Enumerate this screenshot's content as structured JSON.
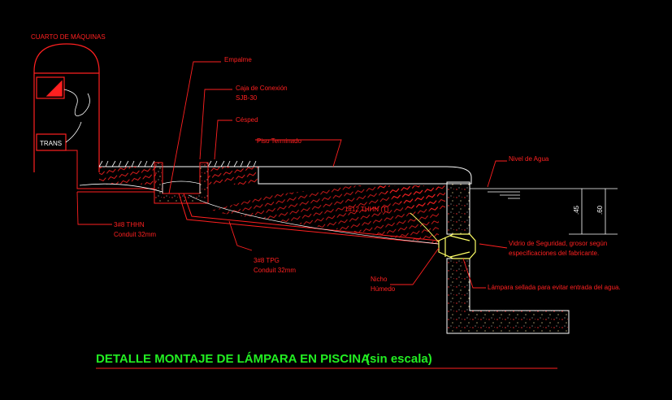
{
  "title": "DETALLE MONTAJE DE LÁMPARA EN PISCINA",
  "subtitle": "(sin escala)",
  "labels": {
    "machine_room": "CUARTO DE MÁQUINAS",
    "trans": "TRANS",
    "empalme": "Empalme",
    "junction_box_l1": "Caja de Conexión",
    "junction_box_l2": "SJB-30",
    "cesped": "Césped",
    "piso": "Piso Terminado",
    "nivel": "Nivel de Agua",
    "wire": "1#12 THHN (T)",
    "thhn_l1": "3#8 THHN",
    "thhn_l2": "Conduit 32mm",
    "tpg_l1": "3#8 TPG",
    "tpg_l2": "Conduit 32mm",
    "nicho_l1": "Nicho",
    "nicho_l2": "Húmedo",
    "vidrio_l1": "Vidrio de Seguridad, grosor según",
    "vidrio_l2": "especificaciones del fabricante.",
    "lampara": "Lámpara sellada para evitar entrada del agua.",
    "dim1": ".45",
    "dim2": ".60"
  },
  "colors": {
    "background": "#000000",
    "line_red": "#ff2020",
    "line_white": "#ffffff",
    "concrete": "#ffe9a0",
    "title_green": "#22ee22",
    "leader_yellow": "#ffff66"
  }
}
